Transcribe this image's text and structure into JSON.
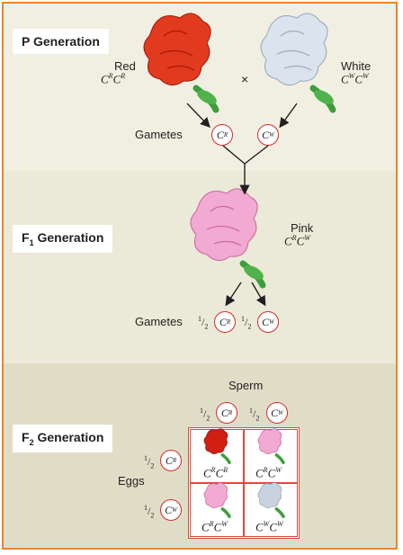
{
  "p_generation": {
    "label": "P Generation",
    "parent1": {
      "phenotype": "Red",
      "genotype": "CRCR",
      "color": "#e23a1e"
    },
    "parent2": {
      "phenotype": "White",
      "genotype": "CWCW",
      "color": "#dbe3ee"
    },
    "cross_symbol": "×",
    "gametes_label": "Gametes",
    "gametes": [
      "CR",
      "CW"
    ]
  },
  "f1_generation": {
    "label_pre": "F",
    "label_sub": "1",
    "label_post": " Generation",
    "phenotype": "Pink",
    "genotype": "CRCW",
    "color": "#f2a9d2",
    "gametes_label": "Gametes",
    "gametes": [
      {
        "fraction": "1/2",
        "allele": "CR"
      },
      {
        "fraction": "1/2",
        "allele": "CW"
      }
    ]
  },
  "f2_generation": {
    "label_pre": "F",
    "label_sub": "2",
    "label_post": " Generation",
    "sperm_label": "Sperm",
    "eggs_label": "Eggs",
    "sperm": [
      {
        "fraction": "1/2",
        "allele": "CR"
      },
      {
        "fraction": "1/2",
        "allele": "CW"
      }
    ],
    "eggs": [
      {
        "fraction": "1/2",
        "allele": "CR"
      },
      {
        "fraction": "1/2",
        "allele": "CW"
      }
    ],
    "punnett": [
      {
        "genotype": "CRCR",
        "color": "#d21f14"
      },
      {
        "genotype": "CRCW",
        "color": "#f2a9d2"
      },
      {
        "genotype": "CRCW",
        "color": "#f2a9d2"
      },
      {
        "genotype": "CWCW",
        "color": "#c9d3df"
      }
    ]
  },
  "colors": {
    "frame": "#e8852e",
    "allele_ring": "#d62a2a",
    "stem": "#3e9e3a"
  }
}
